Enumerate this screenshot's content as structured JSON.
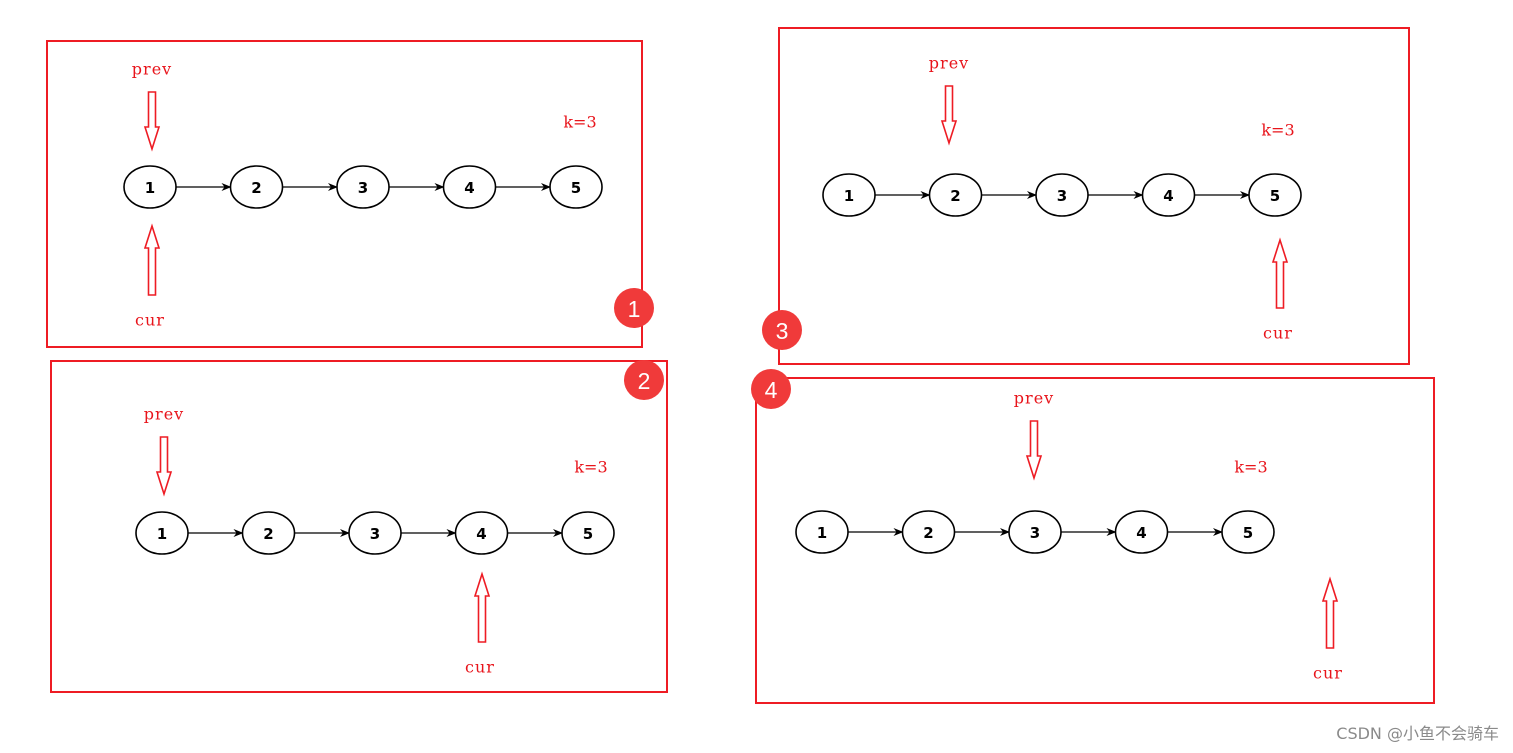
{
  "k_label": "k=3",
  "prev_label": "prev",
  "cur_label": "cur",
  "node_values": [
    "1",
    "2",
    "3",
    "4",
    "5"
  ],
  "colors": {
    "frame": "#ee1c24",
    "pointer": "#e8141b",
    "badge": "#f03a3a",
    "node_stroke": "#000000"
  },
  "panels": [
    {
      "badge": "1",
      "prev_at_node": 1,
      "cur_at_node": 1
    },
    {
      "badge": "2",
      "prev_at_node": 1,
      "cur_at_node": 4
    },
    {
      "badge": "3",
      "prev_at_node": 2,
      "cur_at_node": 5
    },
    {
      "badge": "4",
      "prev_at_node": 3,
      "cur_at_node": "null (past node 5)"
    }
  ],
  "watermark": "CSDN @小鱼不会骑车"
}
